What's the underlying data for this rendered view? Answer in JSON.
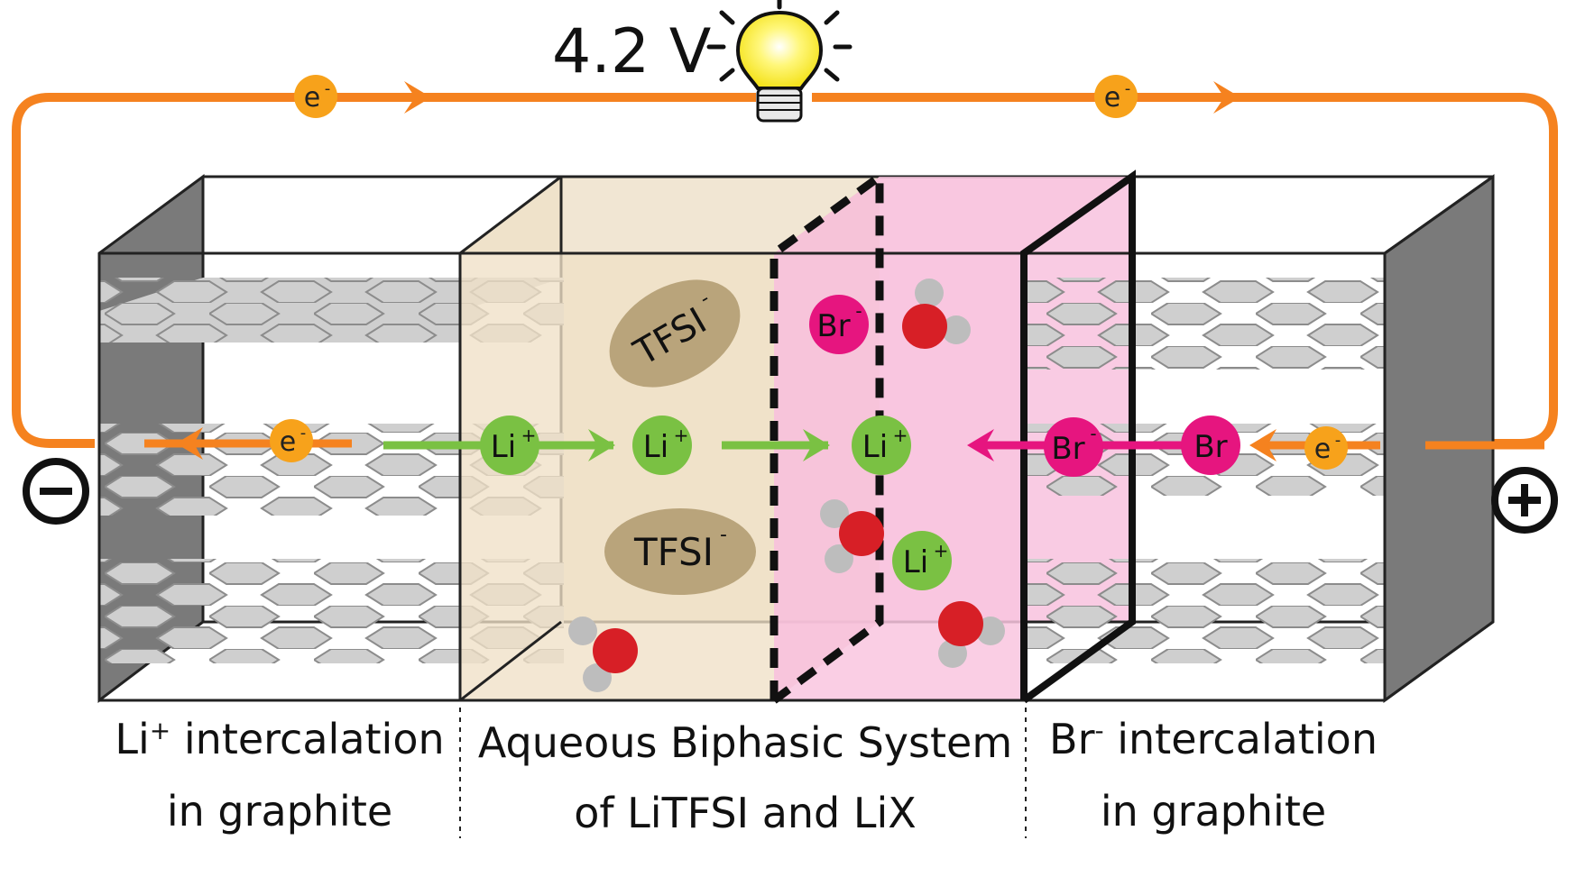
{
  "voltage": "4.2 V",
  "electron": {
    "base": "e",
    "sup": "-"
  },
  "terminals": {
    "negative": "⊖",
    "positive": "⊕"
  },
  "ions": {
    "li": {
      "base": "Li",
      "sup": "+"
    },
    "br_anion": {
      "base": "Br",
      "sup": "-"
    },
    "br_atom": "Br",
    "tfsi": {
      "base": "TFSI",
      "sup": "-"
    }
  },
  "labels": {
    "left_line1": {
      "pre": "Li",
      "sup": "+",
      "post": " intercalation"
    },
    "left_line2": "in graphite",
    "middle_line1": "Aqueous Biphasic System",
    "middle_line2": "of LiTFSI and LiX",
    "right_line1": {
      "pre": "Br",
      "sup": "-",
      "post": " intercalation"
    },
    "right_line2": "in graphite"
  },
  "colors": {
    "wire": "#f5821f",
    "electron": "#f7a21b",
    "li_green": "#7ac143",
    "br_magenta": "#e6157f",
    "tfsi_tan": "#b9a47b",
    "aqueous_phase": "#f3e8d6",
    "bromide_phase": "#f9cbe3",
    "water_oxygen": "#d71f26",
    "water_hydrogen": "#bdbdbd",
    "graphite": "#cfcfcf",
    "electrode_dark": "#7a7a7a"
  }
}
